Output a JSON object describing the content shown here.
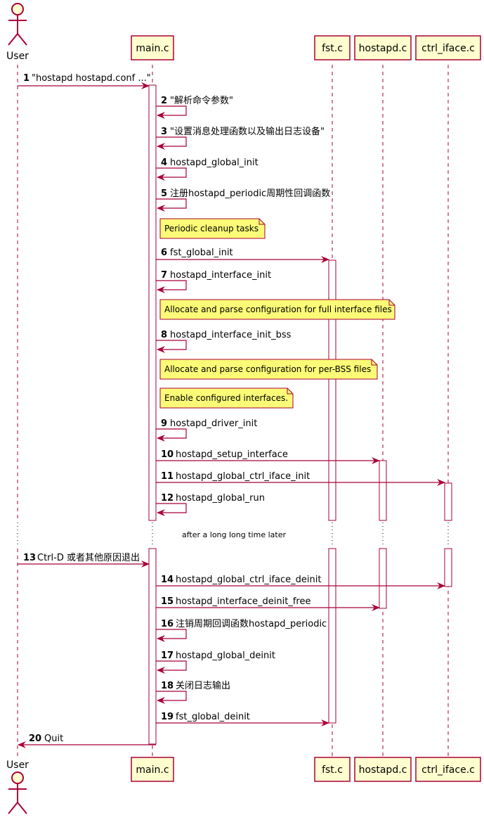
{
  "colors": {
    "arrow": "#A80036",
    "participant_fill": "#FEFECE",
    "participant_border": "#A80036",
    "note_fill": "#FBFB77",
    "note_border": "#A80036",
    "activation_fill": "#FFFFFF",
    "lifeline": "#A80036"
  },
  "participants": [
    {
      "id": "user",
      "label": "User",
      "kind": "actor"
    },
    {
      "id": "main",
      "label": "main.c",
      "kind": "box"
    },
    {
      "id": "fst",
      "label": "fst.c",
      "kind": "box"
    },
    {
      "id": "hostapd",
      "label": "hostapd.c",
      "kind": "box"
    },
    {
      "id": "ctrl",
      "label": "ctrl_iface.c",
      "kind": "box"
    }
  ],
  "messages": [
    {
      "num": "1",
      "text": "\"hostapd hostapd.conf ...\"",
      "from": "user",
      "to": "main"
    },
    {
      "num": "2",
      "text": "\"解析命令参数\"",
      "from": "main",
      "to": "main"
    },
    {
      "num": "3",
      "text": "\"设置消息处理函数以及输出日志设备\"",
      "from": "main",
      "to": "main"
    },
    {
      "num": "4",
      "text": "hostapd_global_init",
      "from": "main",
      "to": "main"
    },
    {
      "num": "5",
      "text": "注册hostapd_periodic周期性回调函数",
      "from": "main",
      "to": "main"
    },
    {
      "num": "6",
      "text": "fst_global_init",
      "from": "main",
      "to": "fst"
    },
    {
      "num": "7",
      "text": "hostapd_interface_init",
      "from": "main",
      "to": "main"
    },
    {
      "num": "8",
      "text": "hostapd_interface_init_bss",
      "from": "main",
      "to": "main"
    },
    {
      "num": "9",
      "text": "hostapd_driver_init",
      "from": "main",
      "to": "main"
    },
    {
      "num": "10",
      "text": "hostapd_setup_interface",
      "from": "main",
      "to": "hostapd"
    },
    {
      "num": "11",
      "text": "hostapd_global_ctrl_iface_init",
      "from": "main",
      "to": "ctrl"
    },
    {
      "num": "12",
      "text": "hostapd_global_run",
      "from": "main",
      "to": "main"
    },
    {
      "num": "13",
      "text": "Ctrl-D 或者其他原因退出",
      "from": "user",
      "to": "main"
    },
    {
      "num": "14",
      "text": "hostapd_global_ctrl_iface_deinit",
      "from": "main",
      "to": "ctrl"
    },
    {
      "num": "15",
      "text": "hostapd_interface_deinit_free",
      "from": "main",
      "to": "hostapd"
    },
    {
      "num": "16",
      "text": "注销周期回调函数hostapd_periodic",
      "from": "main",
      "to": "main"
    },
    {
      "num": "17",
      "text": "hostapd_global_deinit",
      "from": "main",
      "to": "main"
    },
    {
      "num": "18",
      "text": "关闭日志输出",
      "from": "main",
      "to": "main"
    },
    {
      "num": "19",
      "text": "fst_global_deinit",
      "from": "main",
      "to": "fst"
    },
    {
      "num": "20",
      "text": "Quit",
      "from": "main",
      "to": "user"
    }
  ],
  "notes": [
    {
      "text": "Periodic cleanup tasks"
    },
    {
      "text": "Allocate and parse configuration for full interface files"
    },
    {
      "text": "Allocate and parse configuration for per-BSS files"
    },
    {
      "text": "Enable configured interfaces."
    }
  ],
  "divider": {
    "text": "after a long long time later"
  }
}
